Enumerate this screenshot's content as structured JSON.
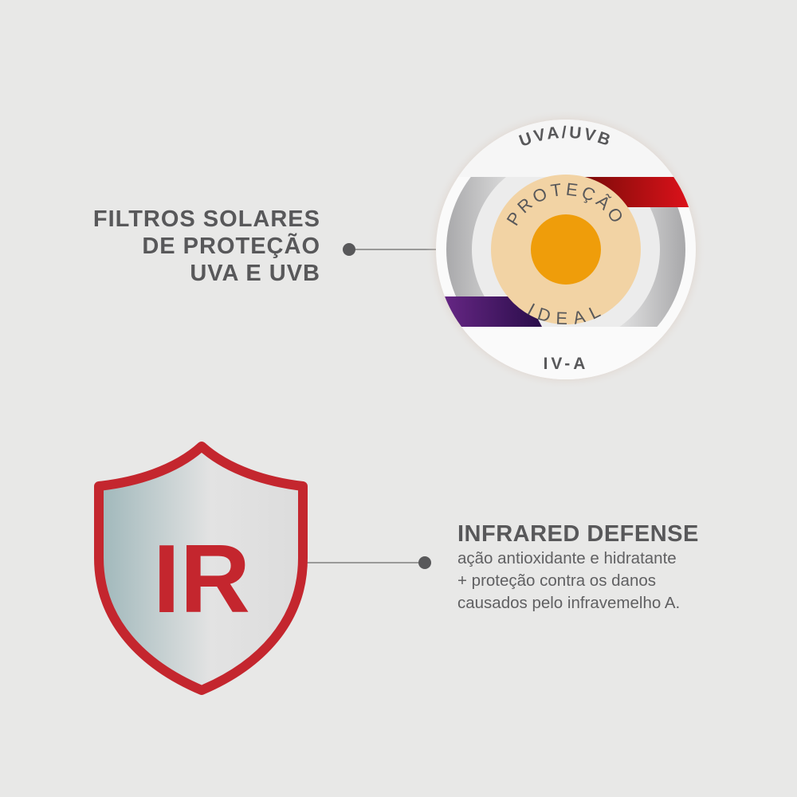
{
  "filters": {
    "lines": [
      "FILTROS SOLARES",
      "DE PROTEÇÃO",
      "UVA E UVB"
    ]
  },
  "badge": {
    "top_label": "UVA/UVB",
    "bottom_label": "IV-A",
    "ring_top": "PROTEÇÃO",
    "ring_bottom": "IDEAL",
    "colors": {
      "red": "#d0121b",
      "purple": "#6a2a8a",
      "beige": "#f2d3a4",
      "orange": "#ef9d0a"
    }
  },
  "shield": {
    "label": "IR",
    "color": "#c4262e"
  },
  "infrared": {
    "title": "INFRARED DEFENSE",
    "body": [
      "ação antioxidante e hidratante",
      "+ proteção contra os danos",
      "causados pelo infravemelho A."
    ]
  }
}
